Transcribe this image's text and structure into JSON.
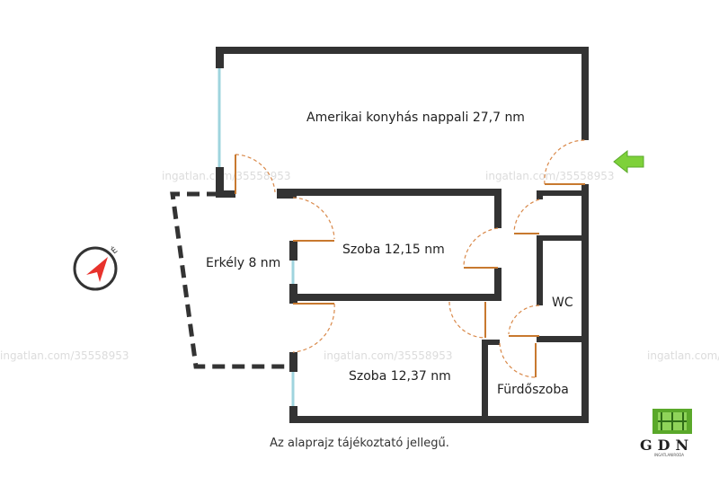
{
  "rooms": {
    "living": "Amerikai konyhás nappali 27,7 nm",
    "balcony": "Erkély 8 nm",
    "room1": "Szoba 12,15 nm",
    "room2": "Szoba 12,37 nm",
    "wc": "WC",
    "bathroom": "Fürdőszoba"
  },
  "note": "Az alaprajz tájékoztató jellegű.",
  "watermark": "ingatlan.com/35558953",
  "logo": {
    "text": "GDN",
    "subtext": "INGATLANIRODA"
  },
  "icons": {
    "compass": "compass-icon",
    "entrance": "entrance-arrow-icon"
  },
  "colors": {
    "wall": "#333333",
    "window": "#9fd4de",
    "door": "#d9894a",
    "entrance_arrow": "#7ed13a",
    "compass_needle": "#e8322c"
  }
}
